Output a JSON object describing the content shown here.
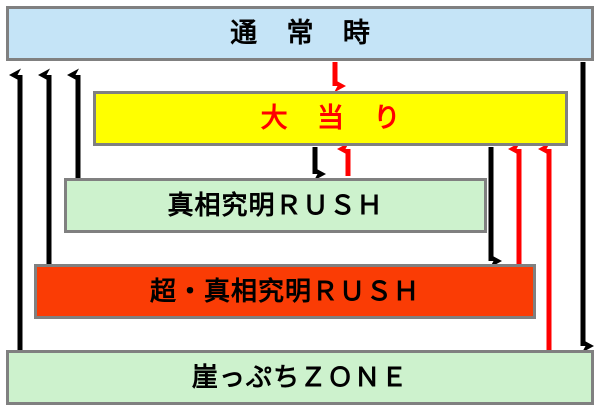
{
  "diagram": {
    "title_text": "",
    "background_color": "#ffffff",
    "states": [
      {
        "id": "normal",
        "label": "通 常 時",
        "fill": "#c5e4f7",
        "text_color": "#000000",
        "border_color": "#808080"
      },
      {
        "id": "jackpot",
        "label": "大 当 り",
        "fill": "#ffff00",
        "text_color": "#ff0000",
        "border_color": "#808080"
      },
      {
        "id": "rush",
        "label": "真相究明ＲＵＳＨ",
        "fill": "#cdf2cd",
        "text_color": "#000000",
        "border_color": "#808080"
      },
      {
        "id": "super_rush",
        "label": "超・真相究明ＲＵＳＨ",
        "fill": "#fa3c05",
        "text_color": "#000000",
        "border_color": "#808080"
      },
      {
        "id": "zone",
        "label": "崖っぷちＺＯＮＥ",
        "fill": "#cdf2cd",
        "text_color": "#000000",
        "border_color": "#808080"
      }
    ],
    "transitions": [
      {
        "id": "jackpot-to-normal",
        "from": "jackpot",
        "to": "normal",
        "color": "#000000",
        "direction": "up"
      },
      {
        "id": "rush-to-normal",
        "from": "rush",
        "to": "normal",
        "color": "#000000",
        "direction": "up"
      },
      {
        "id": "super-rush-to-normal",
        "from": "super_rush",
        "to": "normal",
        "color": "#000000",
        "direction": "up"
      },
      {
        "id": "zone-to-normal",
        "from": "zone",
        "to": "normal",
        "color": "#000000",
        "direction": "up"
      },
      {
        "id": "normal-to-jackpot",
        "from": "normal",
        "to": "jackpot",
        "color": "#ff0000",
        "direction": "down"
      },
      {
        "id": "jackpot-to-rush",
        "from": "jackpot",
        "to": "rush",
        "color": "#000000",
        "direction": "down"
      },
      {
        "id": "rush-to-jackpot",
        "from": "rush",
        "to": "jackpot",
        "color": "#ff0000",
        "direction": "up"
      },
      {
        "id": "jackpot-to-super-rush",
        "from": "jackpot",
        "to": "super_rush",
        "color": "#000000",
        "direction": "down"
      },
      {
        "id": "super-rush-to-jackpot",
        "from": "super_rush",
        "to": "jackpot",
        "color": "#ff0000",
        "direction": "up"
      },
      {
        "id": "zone-to-jackpot",
        "from": "zone",
        "to": "jackpot",
        "color": "#ff0000",
        "direction": "up"
      },
      {
        "id": "normal-to-zone",
        "from": "normal",
        "to": "zone",
        "color": "#000000",
        "direction": "down"
      }
    ],
    "colors": {
      "arrow_black": "#000000",
      "arrow_red": "#ff0000",
      "border_gray": "#808080"
    }
  }
}
